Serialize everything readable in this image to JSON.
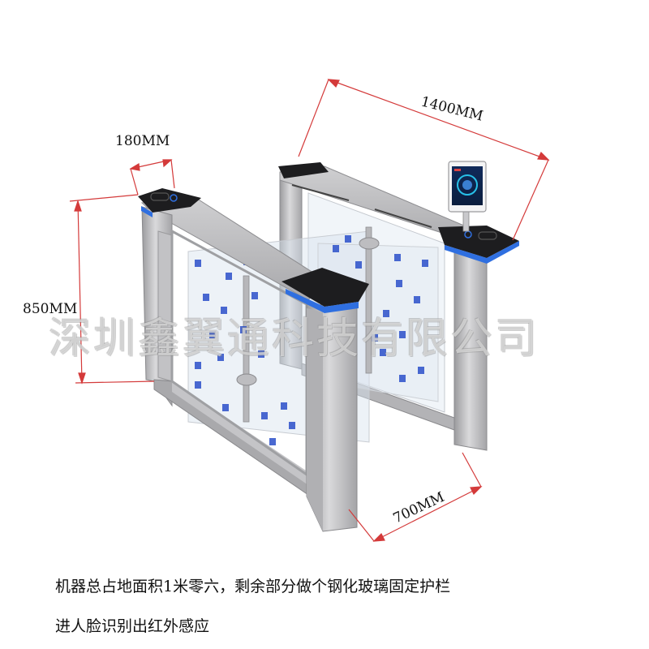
{
  "dimensions": {
    "length": "1400MM",
    "width": "180MM",
    "height": "850MM",
    "passage": "700MM"
  },
  "watermark": "深圳鑫翼通科技有限公司",
  "caption": {
    "line1": "机器总占地面积1米零六，剩余部分做个钢化玻璃固定护栏",
    "line2": "进人脸识别出红外感应"
  },
  "colors": {
    "dimension_line": "#d43a3a",
    "steel": "#b9b9bb",
    "lid": "#1d1d1f",
    "led": "#2f6fe0",
    "glass_square": "#2a4fc9"
  }
}
